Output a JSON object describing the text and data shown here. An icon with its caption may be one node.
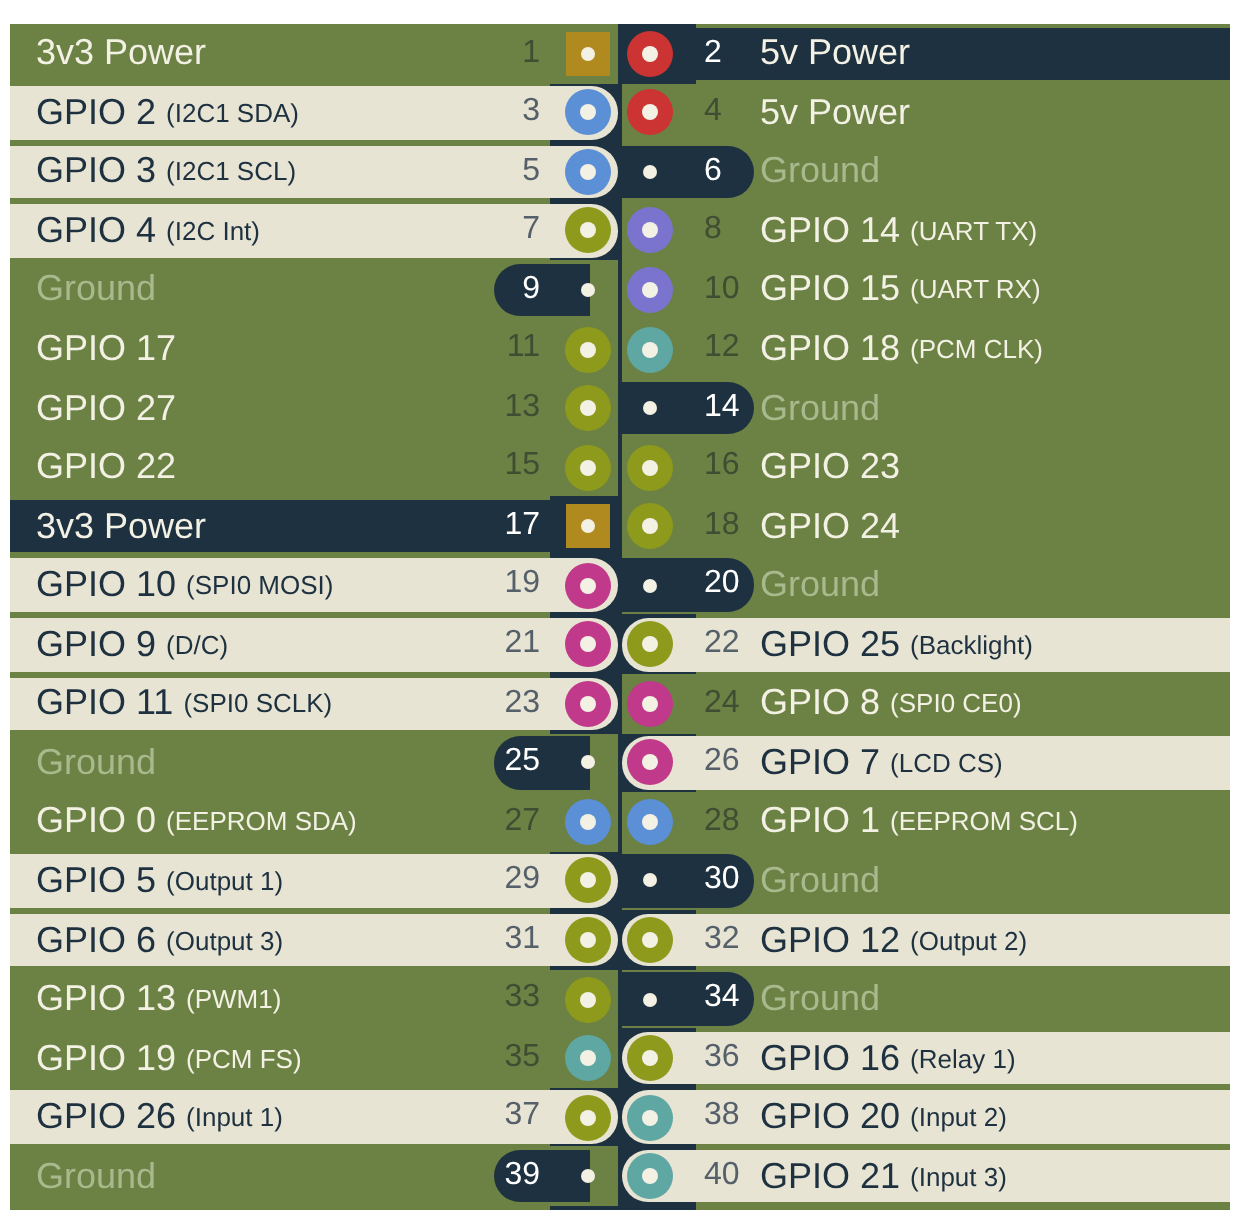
{
  "diagram": {
    "nodes": [
      {
        "text": [
          "3v3 Power",
          "1"
        ]
      },
      {
        "text": [
          "2",
          "5v Power"
        ]
      },
      {
        "text": [
          "GPIO 2",
          "(I2C1 SDA)",
          "3"
        ]
      },
      {
        "text": [
          "4",
          "5v Power"
        ]
      },
      {
        "text": [
          "GPIO 3",
          "(I2C1 SCL)",
          "5"
        ]
      },
      {
        "text": [
          "6",
          "Ground"
        ]
      },
      {
        "text": [
          "GPIO 4",
          "(I2C Int)",
          "7"
        ]
      },
      {
        "text": [
          "8",
          "GPIO 14",
          "(UART TX)"
        ]
      },
      {
        "text": [
          "Ground",
          "9"
        ]
      },
      {
        "text": [
          "10",
          "GPIO 15",
          "(UART RX)"
        ]
      },
      {
        "text": [
          "GPIO 17",
          "11"
        ]
      },
      {
        "text": [
          "12",
          "GPIO 18",
          "(PCM CLK)"
        ]
      },
      {
        "text": [
          "GPIO 27",
          "13"
        ]
      },
      {
        "text": [
          "14",
          "Ground"
        ]
      },
      {
        "text": [
          "GPIO 22",
          "15"
        ]
      },
      {
        "text": [
          "16",
          "GPIO 23"
        ]
      },
      {
        "text": [
          "3v3 Power",
          "17"
        ]
      },
      {
        "text": [
          "18",
          "GPIO 24"
        ]
      },
      {
        "text": [
          "GPIO 10",
          "(SPI0 MOSI)",
          "19"
        ]
      },
      {
        "text": [
          "20",
          "Ground"
        ]
      },
      {
        "text": [
          "GPIO 9",
          "(D/C)",
          "21"
        ]
      },
      {
        "text": [
          "22",
          "GPIO 25",
          "(Backlight)"
        ]
      },
      {
        "text": [
          "GPIO 11",
          "(SPI0 SCLK)",
          "23"
        ]
      },
      {
        "text": [
          "24",
          "GPIO 8",
          "(SPI0 CE0)"
        ]
      },
      {
        "text": [
          "Ground",
          "25"
        ]
      },
      {
        "text": [
          "26",
          "GPIO 7",
          "(LCD CS)"
        ]
      },
      {
        "text": [
          "GPIO 0",
          "(EEPROM SDA)",
          "27"
        ]
      },
      {
        "text": [
          "28",
          "GPIO 1",
          "(EEPROM SCL)"
        ]
      },
      {
        "text": [
          "GPIO 5",
          "(Output 1)",
          "29"
        ]
      },
      {
        "text": [
          "30",
          "Ground"
        ]
      },
      {
        "text": [
          "GPIO 6",
          "(Output 3)",
          "31"
        ]
      },
      {
        "text": [
          "32",
          "GPIO 12",
          "(Output 2)"
        ]
      },
      {
        "text": [
          "GPIO 13",
          "(PWM1)",
          "33"
        ]
      },
      {
        "text": [
          "34",
          "Ground"
        ]
      },
      {
        "text": [
          "GPIO 19",
          "(PCM FS)",
          "35"
        ]
      },
      {
        "text": [
          "36",
          "GPIO 16",
          "(Relay 1)"
        ]
      },
      {
        "text": [
          "GPIO 26",
          "(Input 1)",
          "37"
        ]
      },
      {
        "text": [
          "38",
          "GPIO 20",
          "(Input 2)"
        ]
      },
      {
        "text": [
          "Ground",
          "39"
        ]
      },
      {
        "text": [
          "40",
          "GPIO 21",
          "(Input 3)"
        ]
      }
    ]
  }
}
